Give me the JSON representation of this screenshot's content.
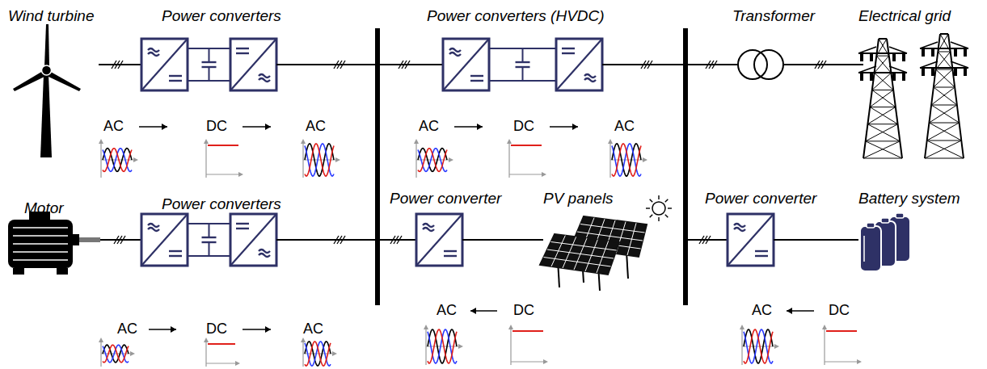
{
  "diagram": {
    "labels": [
      "Wind turbine",
      "Power converters",
      "Power converters (HVDC)",
      "Transformer",
      "Electrical grid",
      "AC",
      "DC",
      "AC",
      "AC",
      "DC",
      "AC",
      "Motor",
      "Power converters",
      "Power converter",
      "PV panels",
      "Power converter",
      "Battery system",
      "AC",
      "DC",
      "AC",
      "AC",
      "DC",
      "AC",
      "DC"
    ]
  }
}
